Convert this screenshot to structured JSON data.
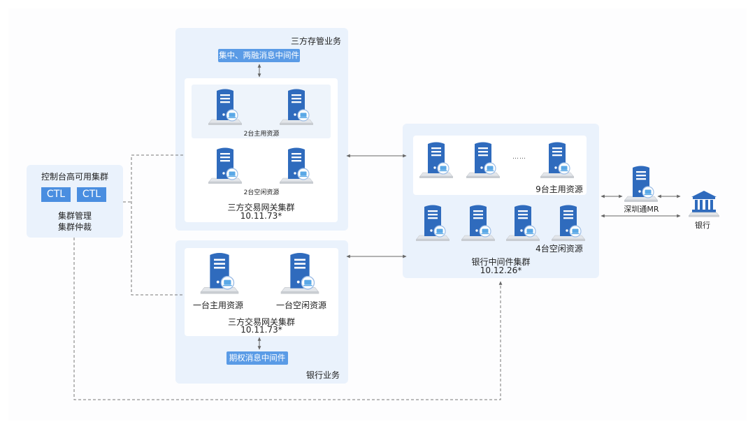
{
  "control_cluster": {
    "title": "控制台高可用集群",
    "ctl_labels": [
      "CTL",
      "CTL"
    ],
    "functions": [
      "集群管理",
      "集群仲裁"
    ]
  },
  "third_party_custody": {
    "section_label": "三方存管业务",
    "middleware": "集中、两融消息中间件",
    "active_label": "2台主用资源",
    "idle_label": "2台空闲资源",
    "cluster_name": "三方交易网关集群",
    "cluster_ip": "10.11.73*"
  },
  "bank_business": {
    "section_label": "银行业务",
    "middleware": "期权消息中间件",
    "active_label": "一台主用资源",
    "idle_label": "一台空闲资源",
    "cluster_name": "三方交易网关集群",
    "cluster_ip": "10.11.73*"
  },
  "bank_middleware": {
    "active_label": "9台主用资源",
    "idle_label": "4台空闲资源",
    "ellipsis": "……",
    "cluster_name": "银行中间件集群",
    "cluster_ip": "10.12.26*"
  },
  "shenzhen_connect": {
    "label": "深圳通MR"
  },
  "bank": {
    "label": "银行"
  },
  "colors": {
    "panel_bg": "#eaf2fc",
    "server_blue": "#2f6bbd",
    "badge_blue": "#5a9be6",
    "line_gray": "#666666"
  }
}
